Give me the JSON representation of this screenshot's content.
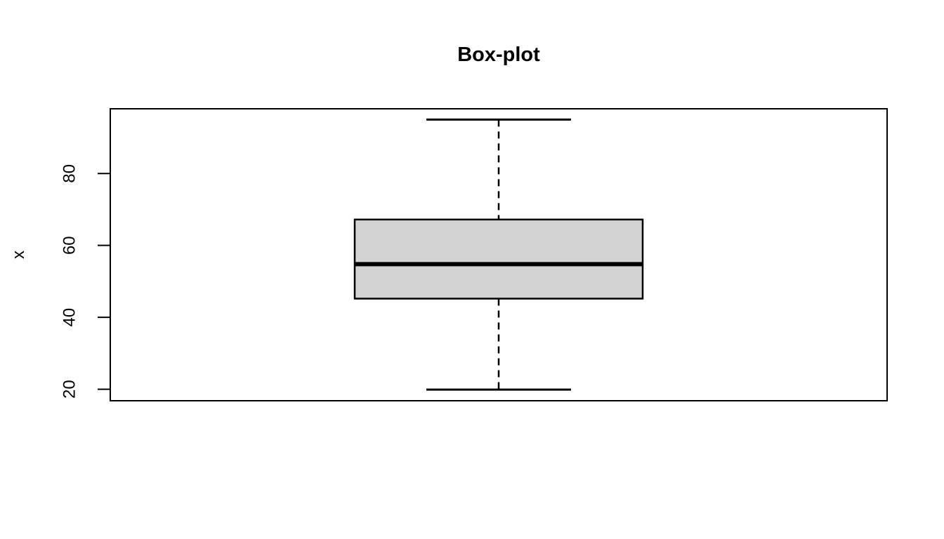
{
  "chart_data": {
    "type": "boxplot",
    "title": "Box-plot",
    "xlabel": "",
    "ylabel": "x",
    "yticks": [
      20,
      40,
      60,
      80
    ],
    "ylim": [
      16.8,
      98.0
    ],
    "grid": false,
    "legend": false,
    "orientation": "vertical",
    "series": [
      {
        "name": "x",
        "lower_whisker": 19.9,
        "q1": 45.2,
        "median": 54.8,
        "q3": 67.2,
        "upper_whisker": 95.0,
        "outliers": []
      }
    ],
    "colors": {
      "box_fill": "#D3D3D3",
      "line": "#000000",
      "background": "#FFFFFF"
    }
  }
}
